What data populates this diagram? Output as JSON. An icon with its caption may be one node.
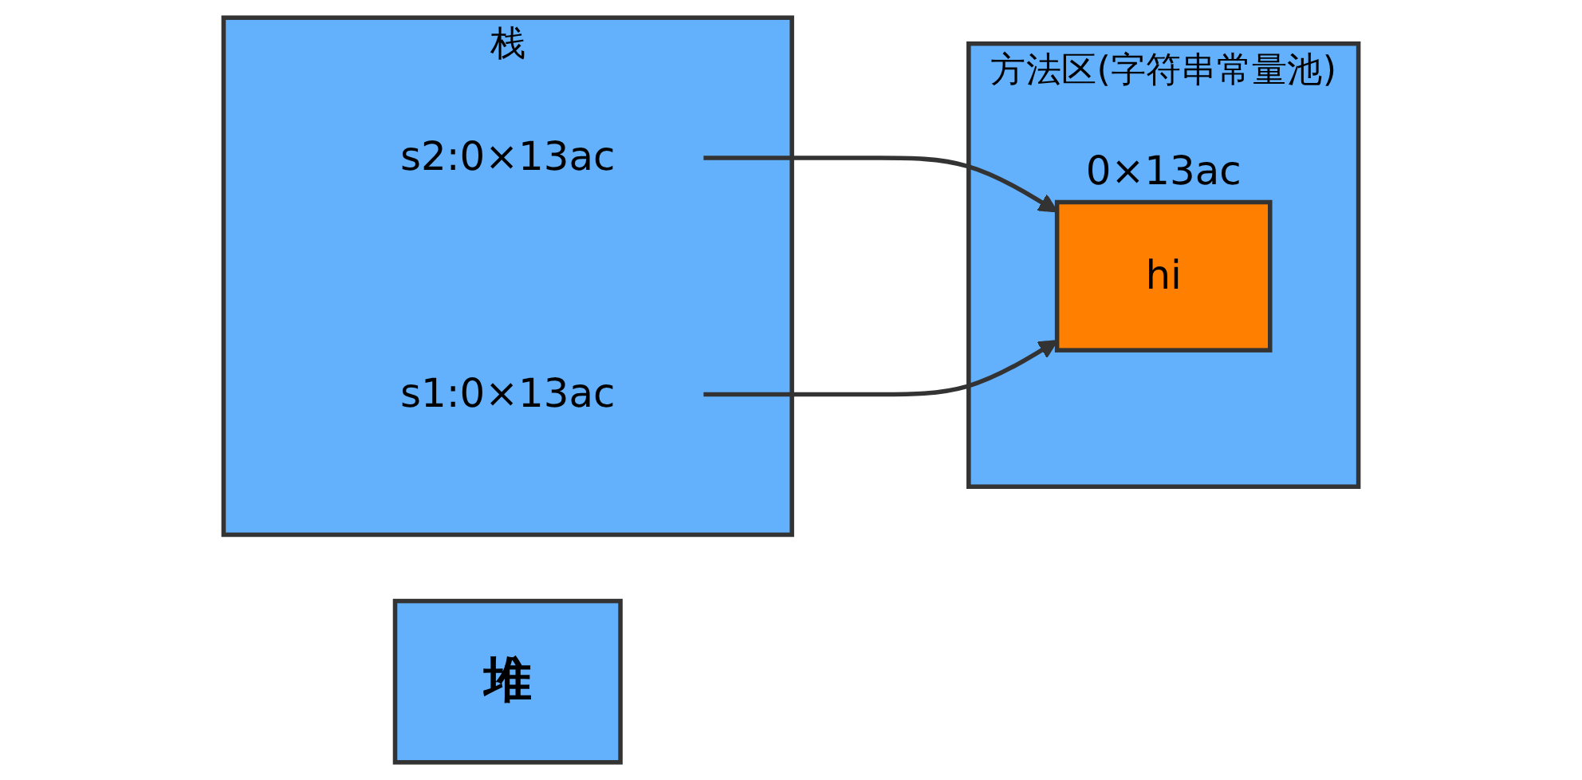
{
  "diagram": {
    "nodes": [
      {
        "text": [
          "栈"
        ]
      },
      {
        "text": [
          "s2:0×13ac"
        ],
        "in": 0
      },
      {
        "text": [
          "s1:0×13ac"
        ],
        "in": 0
      },
      {
        "text": [
          "堆"
        ]
      },
      {
        "text": [
          "方法区(字符串常量池)"
        ]
      },
      {
        "text": [
          "hi"
        ],
        "in": 4,
        "beside": [
          "0×13ac"
        ]
      }
    ],
    "edges": [
      {
        "from": 1,
        "to": 5,
        "arrow": "to"
      },
      {
        "from": 2,
        "to": 5,
        "arrow": "to"
      }
    ]
  }
}
